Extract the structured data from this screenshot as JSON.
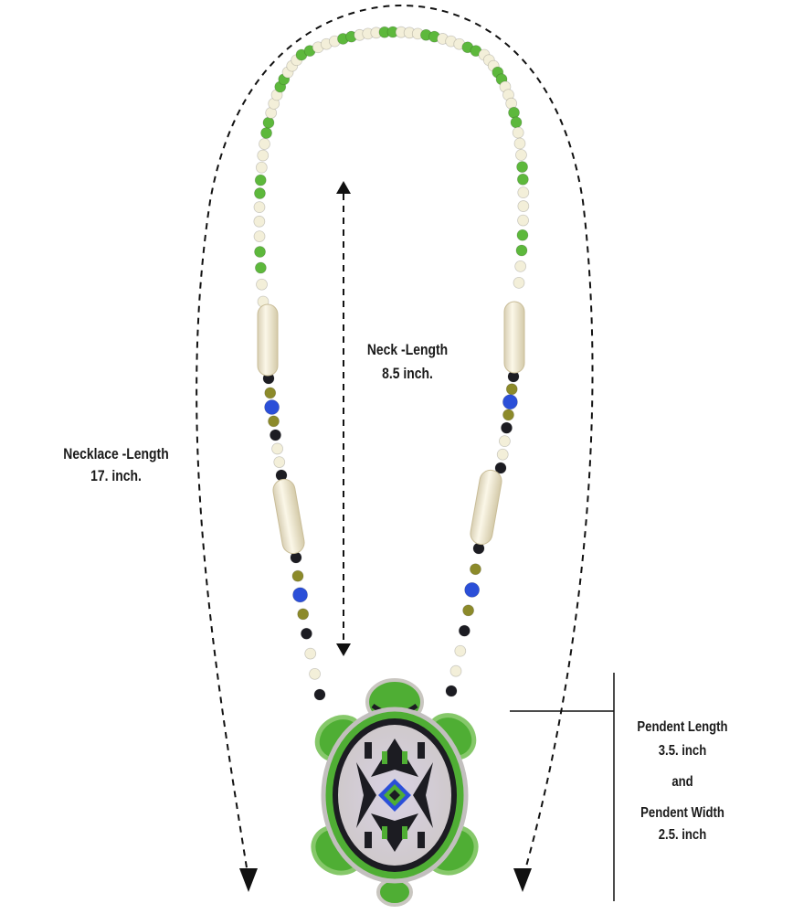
{
  "labels": {
    "necklace_length_title": "Necklace -Length",
    "necklace_length_value": "17. inch.",
    "neck_length_title": "Neck -Length",
    "neck_length_value": "8.5 inch.",
    "pendant_length_title": "Pendent Length",
    "pendant_length_value": "3.5. inch",
    "and": "and",
    "pendant_width_title": "Pendent Width",
    "pendant_width_value": "2.5. inch"
  },
  "colors": {
    "background": "#ffffff",
    "bead_green": "#5db83c",
    "bead_ivory": "#f3efd9",
    "bead_black": "#1c1c22",
    "bead_blue": "#2b4fd8",
    "bead_olive": "#8c8a2a",
    "bone_tube": "#f1ead2",
    "shell_fill": "#d8d4d6",
    "dimension_line": "#111111"
  }
}
